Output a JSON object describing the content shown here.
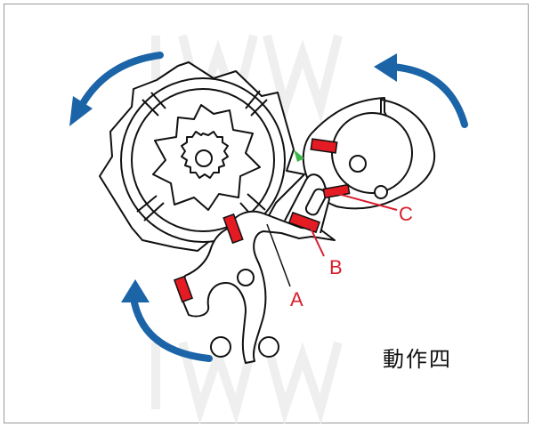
{
  "labels": {
    "a": "A",
    "b": "B",
    "c": "C"
  },
  "caption": "動作四",
  "colors": {
    "arrow": "#1c64a8",
    "jewel": "#e51b24",
    "callout": "#d81e2c",
    "line": "#111111",
    "accent": "#3cb84a"
  }
}
